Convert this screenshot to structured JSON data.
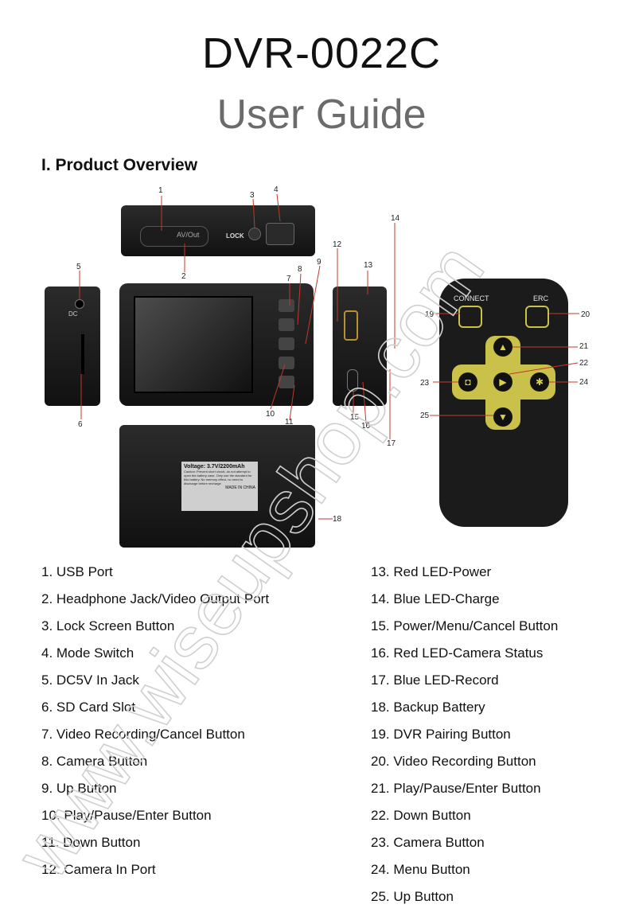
{
  "header": {
    "title": "DVR-0022C",
    "subtitle": "User Guide",
    "section": "I. Product Overview"
  },
  "watermark": "www.wiseupshop.com",
  "device": {
    "lock_label": "LOCK",
    "av_label": "AV/Out",
    "dc_label": "DC",
    "battery_voltage": "Voltage: 3.7V/2200mAh",
    "battery_caution": "Caution: Prevent short circuit, do not attempt to open the battery case. Only use the standard for this battery. No memory effect, no need to discharge before recharge",
    "made_in": "MADE IN CHINA",
    "remote_connect": "CONNECT",
    "remote_erc": "ERC"
  },
  "callouts": [
    "1",
    "2",
    "3",
    "4",
    "5",
    "6",
    "7",
    "8",
    "9",
    "10",
    "11",
    "12",
    "13",
    "14",
    "15",
    "16",
    "17",
    "18",
    "19",
    "20",
    "21",
    "22",
    "23",
    "24",
    "25"
  ],
  "parts_left": [
    "1. USB Port",
    "2. Headphone Jack/Video Output Port",
    "3. Lock Screen Button",
    "4. Mode Switch",
    "5. DC5V In Jack",
    "6. SD Card Slot",
    "7. Video Recording/Cancel Button",
    "8. Camera Button",
    "9. Up Button",
    "10. Play/Pause/Enter Button",
    "11. Down Button",
    "12. Camera In Port"
  ],
  "parts_right": [
    "13. Red LED-Power",
    "14. Blue LED-Charge",
    "15. Power/Menu/Cancel Button",
    "16. Red LED-Camera Status",
    "17. Blue LED-Record",
    "18. Backup Battery",
    "19. DVR Pairing Button",
    "20. Video Recording Button",
    "21. Play/Pause/Enter Button",
    "22. Down Button",
    "23. Camera Button",
    "24. Menu Button",
    "25. Up Button"
  ]
}
